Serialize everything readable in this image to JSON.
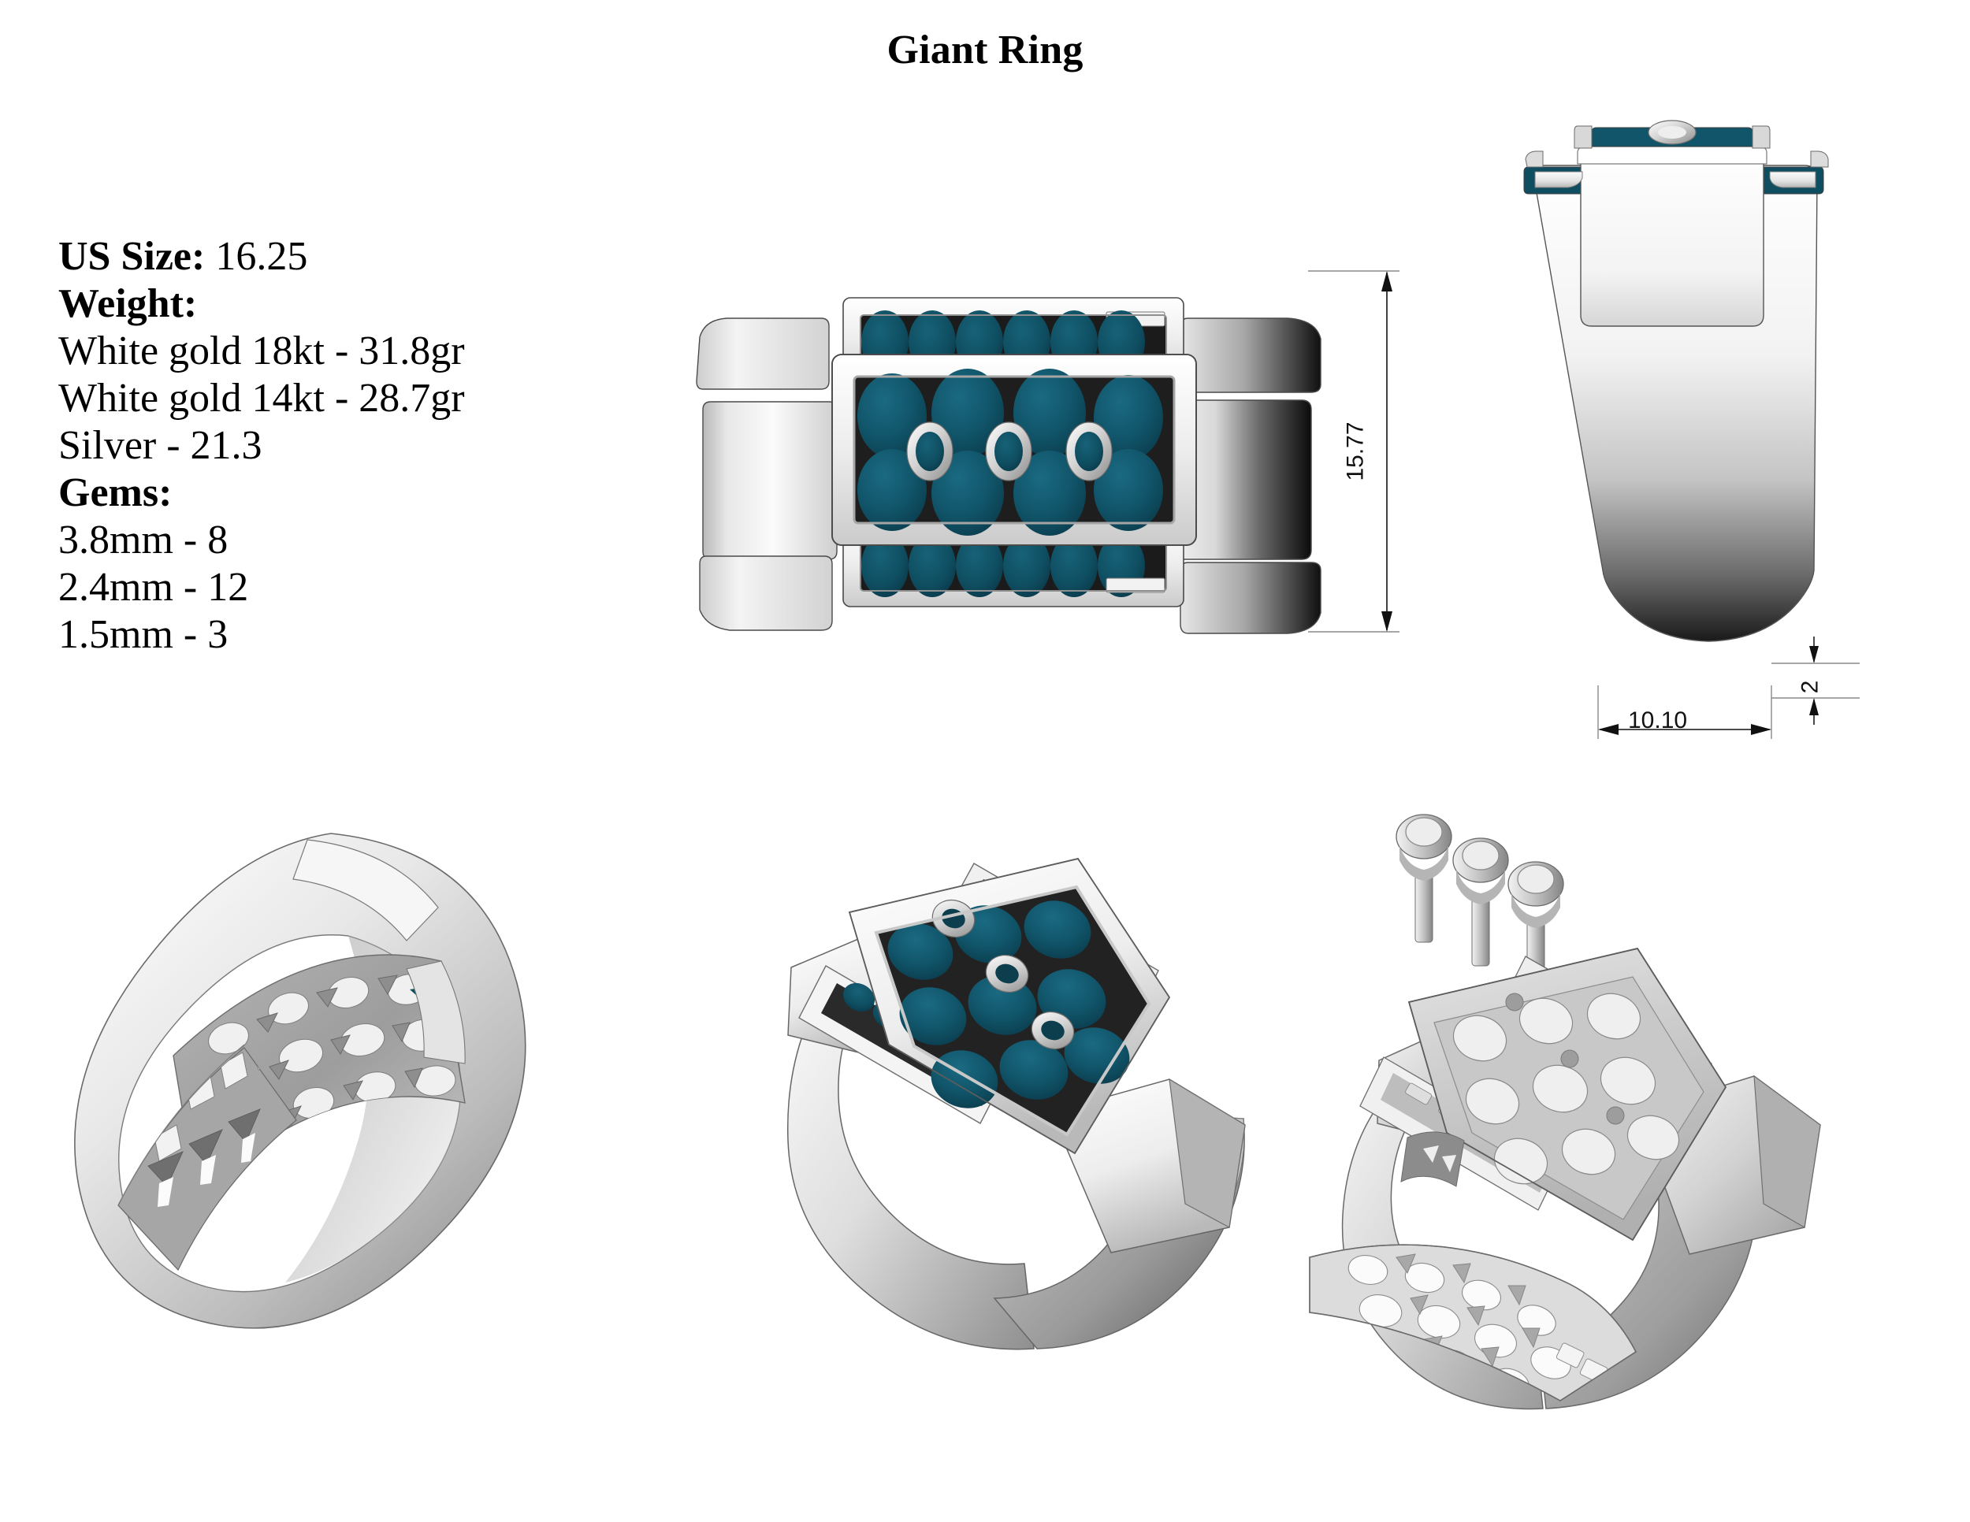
{
  "document": {
    "title": "Giant Ring",
    "background_color": "#ffffff",
    "text_color": "#000000"
  },
  "spec": {
    "us_size": {
      "label": "US Size:",
      "value": "16.25"
    },
    "weight": {
      "label": "Weight:",
      "entries": [
        "White gold 18kt - 31.8gr",
        "White gold 14kt - 28.7gr",
        "Silver - 21.3"
      ]
    },
    "gems": {
      "label": "Gems:",
      "entries": [
        "3.8mm - 8",
        "2.4mm - 12",
        "1.5mm - 3"
      ]
    }
  },
  "dimensions": {
    "height": {
      "value": "15.77",
      "orientation": "vertical"
    },
    "width": {
      "value": "10.10",
      "orientation": "horizontal"
    },
    "thickness": {
      "value": "2",
      "orientation": "vertical"
    }
  },
  "views": {
    "top": {
      "name": "front-elevation-view"
    },
    "side": {
      "name": "side-profile-view"
    },
    "perspective_left": {
      "name": "interior-gallery-perspective-view"
    },
    "perspective_center": {
      "name": "three-quarter-gemset-view"
    },
    "perspective_right": {
      "name": "exploded-assembly-view"
    }
  },
  "materials": {
    "metal_light": "#fdfdfd",
    "metal_mid": "#c9c9c9",
    "metal_shadow": "#6f6f6f",
    "metal_dark": "#161616",
    "gem_teal": "#11556a",
    "gem_teal_dark": "#0a3c4c",
    "gem_teal_light": "#1a6a82",
    "outline": "#3a3a3a",
    "dimension_line": "#111111"
  },
  "assembly": {
    "screw_count": 3,
    "detached_part": "pierced-gallery-plate"
  }
}
